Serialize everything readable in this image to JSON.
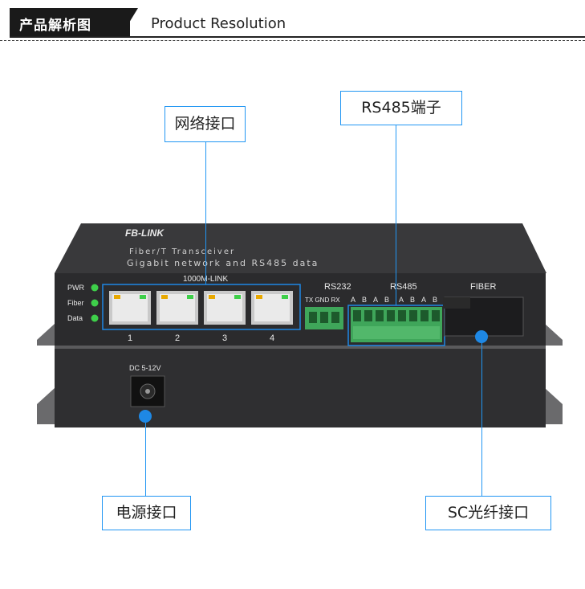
{
  "header": {
    "tab_label": "产品解析图",
    "title": "Product Resolution"
  },
  "callouts": {
    "network_port": "网络接口",
    "rs485_terminal": "RS485端子",
    "power_port": "电源接口",
    "sc_fiber_port": "SC光纤接口"
  },
  "device": {
    "brand": "FB-LINK",
    "subtitle_1": "Fiber/T Transceiver",
    "subtitle_2": "Gigabit network and RS485 data",
    "led_labels": [
      "PWR",
      "Fiber",
      "Data"
    ],
    "port_group_label": "1000M-LINK",
    "port_numbers": [
      "1",
      "2",
      "3",
      "4"
    ],
    "rs232_label": "RS232",
    "rs232_pins": "TX GND RX",
    "rs485_label": "RS485",
    "rs485_pins": [
      "A",
      "B",
      "A",
      "B",
      "A",
      "B",
      "A",
      "B"
    ],
    "fiber_label": "FIBER",
    "dc_label": "DC 5-12V"
  },
  "colors": {
    "accent_blue": "#1e88e5",
    "terminal_green": "#3fa65a",
    "led_green": "#3ecf4a",
    "chassis": "#2b2b2d"
  }
}
